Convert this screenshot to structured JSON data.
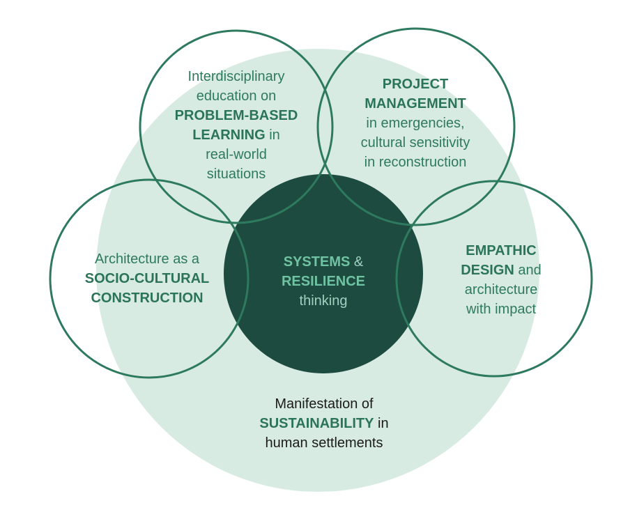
{
  "colors": {
    "background_circle": "#d7ebe3",
    "ring_stroke": "#2e7a5e",
    "center_fill": "#1e4b3f",
    "text_green": "#2e7a5e",
    "text_center": "#9ed2bf"
  },
  "top_left": {
    "line1": "Interdisciplinary",
    "line2": "education on",
    "bold1": "PROBLEM-BASED",
    "bold2": "LEARNING",
    "tail2": " in",
    "line5": "real-world",
    "line6": "situations"
  },
  "top_right": {
    "bold1": "PROJECT",
    "bold2": "MANAGEMENT",
    "line3": "in emergencies,",
    "line4": "cultural sensitivity",
    "line5": "in reconstruction"
  },
  "left": {
    "line1": "Architecture as a",
    "bold1": "SOCIO-CULTURAL",
    "bold2": "CONSTRUCTION"
  },
  "right": {
    "bold1": "EMPATHIC",
    "bold2": "DESIGN",
    "tail2": " and",
    "line3": "architecture",
    "line4": "with impact"
  },
  "center": {
    "bold1": "SYSTEMS",
    "tail1": " &",
    "bold2": "RESILIENCE",
    "line3": "thinking"
  },
  "bottom": {
    "line1": "Manifestation of",
    "bold1": "SUSTAINABILITY",
    "tail2": " in",
    "line3": "human settlements"
  }
}
